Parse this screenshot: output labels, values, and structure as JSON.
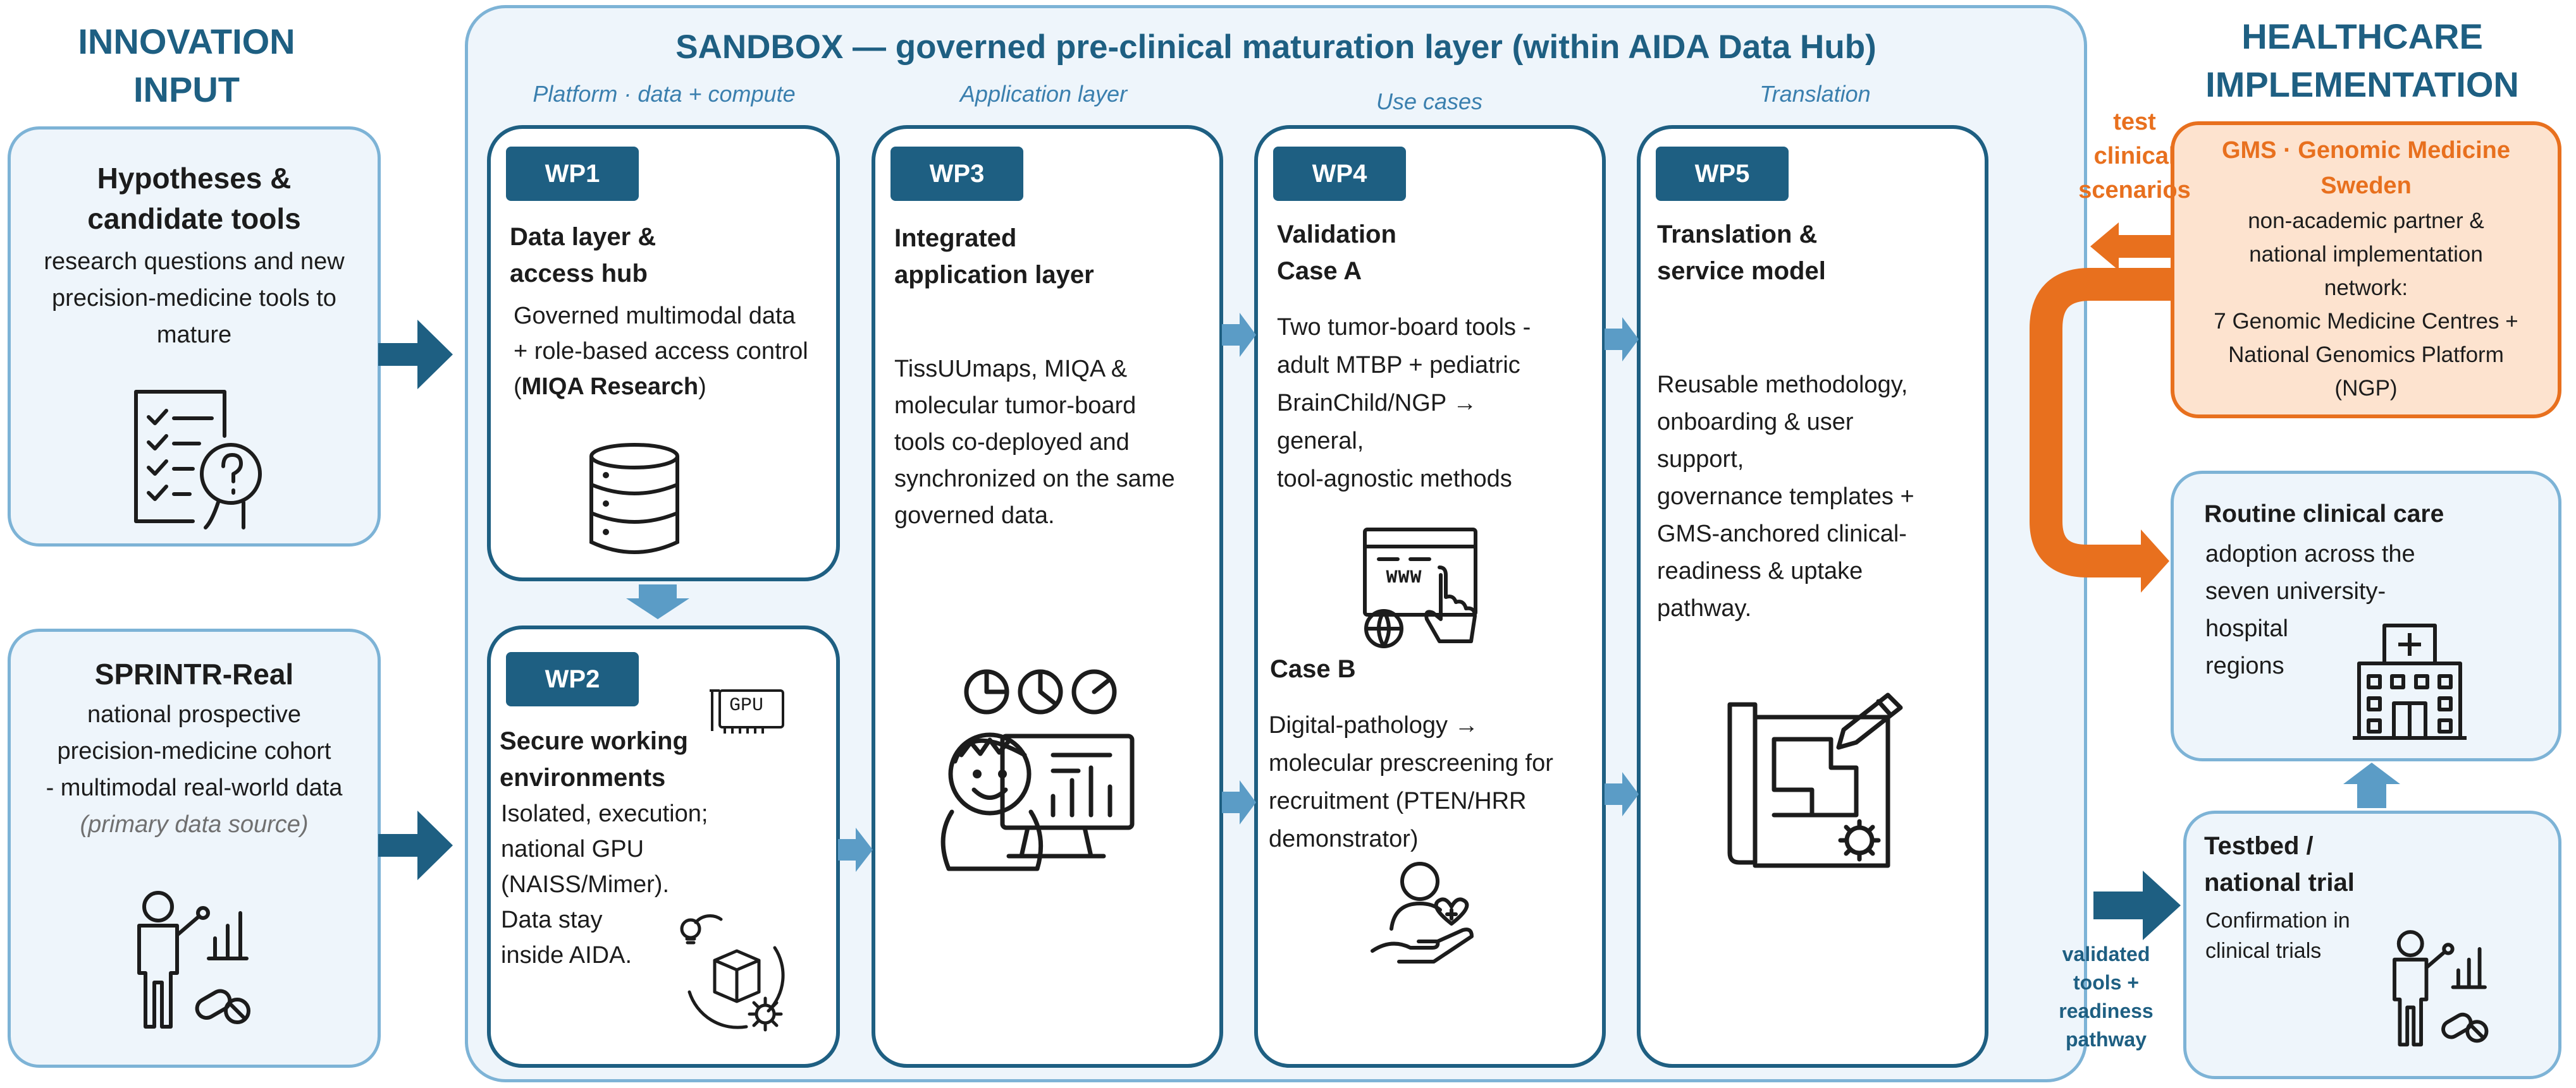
{
  "headers": {
    "innovation": [
      "INNOVATION",
      "INPUT"
    ],
    "healthcare": [
      "HEALTHCARE",
      "IMPLEMENTATION"
    ]
  },
  "sandbox": {
    "title": "SANDBOX — governed pre-clinical maturation layer (within AIDA Data Hub)",
    "subtitles": {
      "platform": "Platform · data + compute",
      "application": "Application layer",
      "use_cases": "Use cases",
      "translation": "Translation"
    }
  },
  "inputs": {
    "hypotheses": {
      "title": [
        "Hypotheses &",
        "candidate tools"
      ],
      "body": [
        "research questions and new",
        "precision-medicine tools to",
        "mature"
      ]
    },
    "sprintr": {
      "title": "SPRINTR-Real",
      "body": [
        "national prospective",
        "precision-medicine  cohort",
        "- multimodal real-world data"
      ],
      "note": "(primary data source)"
    }
  },
  "wp1": {
    "badge": "WP1",
    "title": [
      "Data layer &",
      "access hub"
    ],
    "body": [
      "Governed multimodal data",
      "+ role-based access control"
    ],
    "body_bold": "MIQA Research",
    "paren_open": "(",
    "paren_close": ")"
  },
  "wp2": {
    "badge": "WP2",
    "gpu_label": "GPU",
    "title": [
      "Secure working",
      "environments"
    ],
    "body": [
      "Isolated, execution;",
      "national GPU",
      "(NAISS/Mimer).",
      "Data stay",
      "inside AIDA."
    ]
  },
  "wp3": {
    "badge": "WP3",
    "title": [
      "Integrated",
      "application layer"
    ],
    "body": [
      "TissUUmaps, MIQA &",
      "molecular tumor-board",
      "tools co-deployed and",
      "synchronized on the same",
      "governed data."
    ]
  },
  "wp4": {
    "badge": "WP4",
    "title": [
      "Validation",
      "Case A"
    ],
    "case_a": [
      "Two tumor-board tools -",
      "adult MTBP + pediatric",
      "BrainChild/NGP →",
      "general,",
      "tool-agnostic methods"
    ],
    "case_b_title": "Case B",
    "case_b": [
      "Digital-pathology →",
      "molecular prescreening for",
      "recruitment (PTEN/HRR",
      "demonstrator)"
    ],
    "www_label": "WWW"
  },
  "wp5": {
    "badge": "WP5",
    "title": [
      "Translation &",
      "service model"
    ],
    "body": [
      "Reusable methodology,",
      "onboarding & user",
      "support,",
      "governance templates +",
      "GMS-anchored clinical-",
      "readiness & uptake",
      "pathway."
    ]
  },
  "gms": {
    "title": [
      "GMS · Genomic Medicine",
      "Sweden"
    ],
    "body": [
      "non-academic partner &",
      "national implementation",
      "network:",
      "7 Genomic Medicine Centres +",
      "National Genomics Platform",
      "(NGP)"
    ],
    "test_label": [
      "test",
      "clinical",
      "scenarios"
    ]
  },
  "routine": {
    "title": "Routine clinical care",
    "body": [
      "adoption across the",
      "seven university-",
      "hospital",
      "regions"
    ]
  },
  "testbed": {
    "title": [
      "Testbed /",
      "national trial"
    ],
    "body": [
      "Confirmation in",
      "clinical trials"
    ],
    "validated_label": [
      "validated",
      "tools +",
      "readiness",
      "pathway"
    ]
  },
  "colors": {
    "navy": "#1e5f82",
    "light_blue_fill": "#eef5fb",
    "light_blue_border": "#7db3d6",
    "arrow_blue": "#5b9cc6",
    "orange": "#e8701e",
    "orange_fill": "#fde3cf"
  },
  "icons": [
    "checklist-person-icon",
    "person-chart-icon",
    "database-icon",
    "gpu-icon",
    "idea-box-gear-icon",
    "person-dashboard-icon",
    "web-click-icon",
    "care-hand-icon",
    "blueprint-icon",
    "hospital-icon"
  ]
}
